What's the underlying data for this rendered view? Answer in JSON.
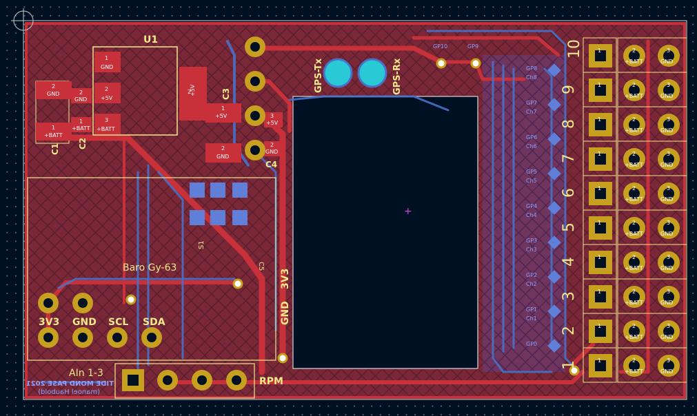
{
  "board": {
    "colors": {
      "background": "#001023",
      "front_copper": "#c8303a",
      "back_copper": "#4a70c8",
      "silkscreen": "#f2e88c",
      "board_fill": "#7a2838",
      "gps_pad": "#29c9d6"
    },
    "u1_label": "U1",
    "c1_label": "C1",
    "c2_label": "C2",
    "c3_label": "C3",
    "c4_label": "C4",
    "c5_label": "C5",
    "s1_label": "S1",
    "baro_label": "Baro Gy-63",
    "pin_3v3": "3V3",
    "pin_gnd": "GND",
    "pin_scl": "SCL",
    "pin_sda": "SDA",
    "ain_label": "AIn 1-3",
    "rpm_label": "RPM",
    "gps_tx": "GPS-Tx",
    "gps_rx": "GPS-Rx",
    "vert_3v3": "3V3",
    "vert_gnd": "GND",
    "back_title_1": "TIDE MOND PASE 2021",
    "back_title_2": "(manoel Haubold)",
    "c4_pin": "4",
    "ch_numbers": [
      "10",
      "9",
      "8",
      "7",
      "6",
      "5",
      "4",
      "3",
      "2",
      "1"
    ],
    "pad_texts": {
      "gnd": "GND",
      "plus5v": "+5V",
      "batt": "+BATT",
      "one": "1",
      "two": "2",
      "three": "3"
    },
    "gp_labels": [
      "GP10",
      "GP9",
      "GP8",
      "GP7",
      "GP6",
      "GP5",
      "GP4",
      "GP3",
      "GP2",
      "GP1",
      "GP0"
    ],
    "ch_labels": [
      "Ch8",
      "Ch7",
      "Ch6",
      "Ch5",
      "Ch4",
      "Ch3",
      "Ch2",
      "Ch1"
    ]
  }
}
